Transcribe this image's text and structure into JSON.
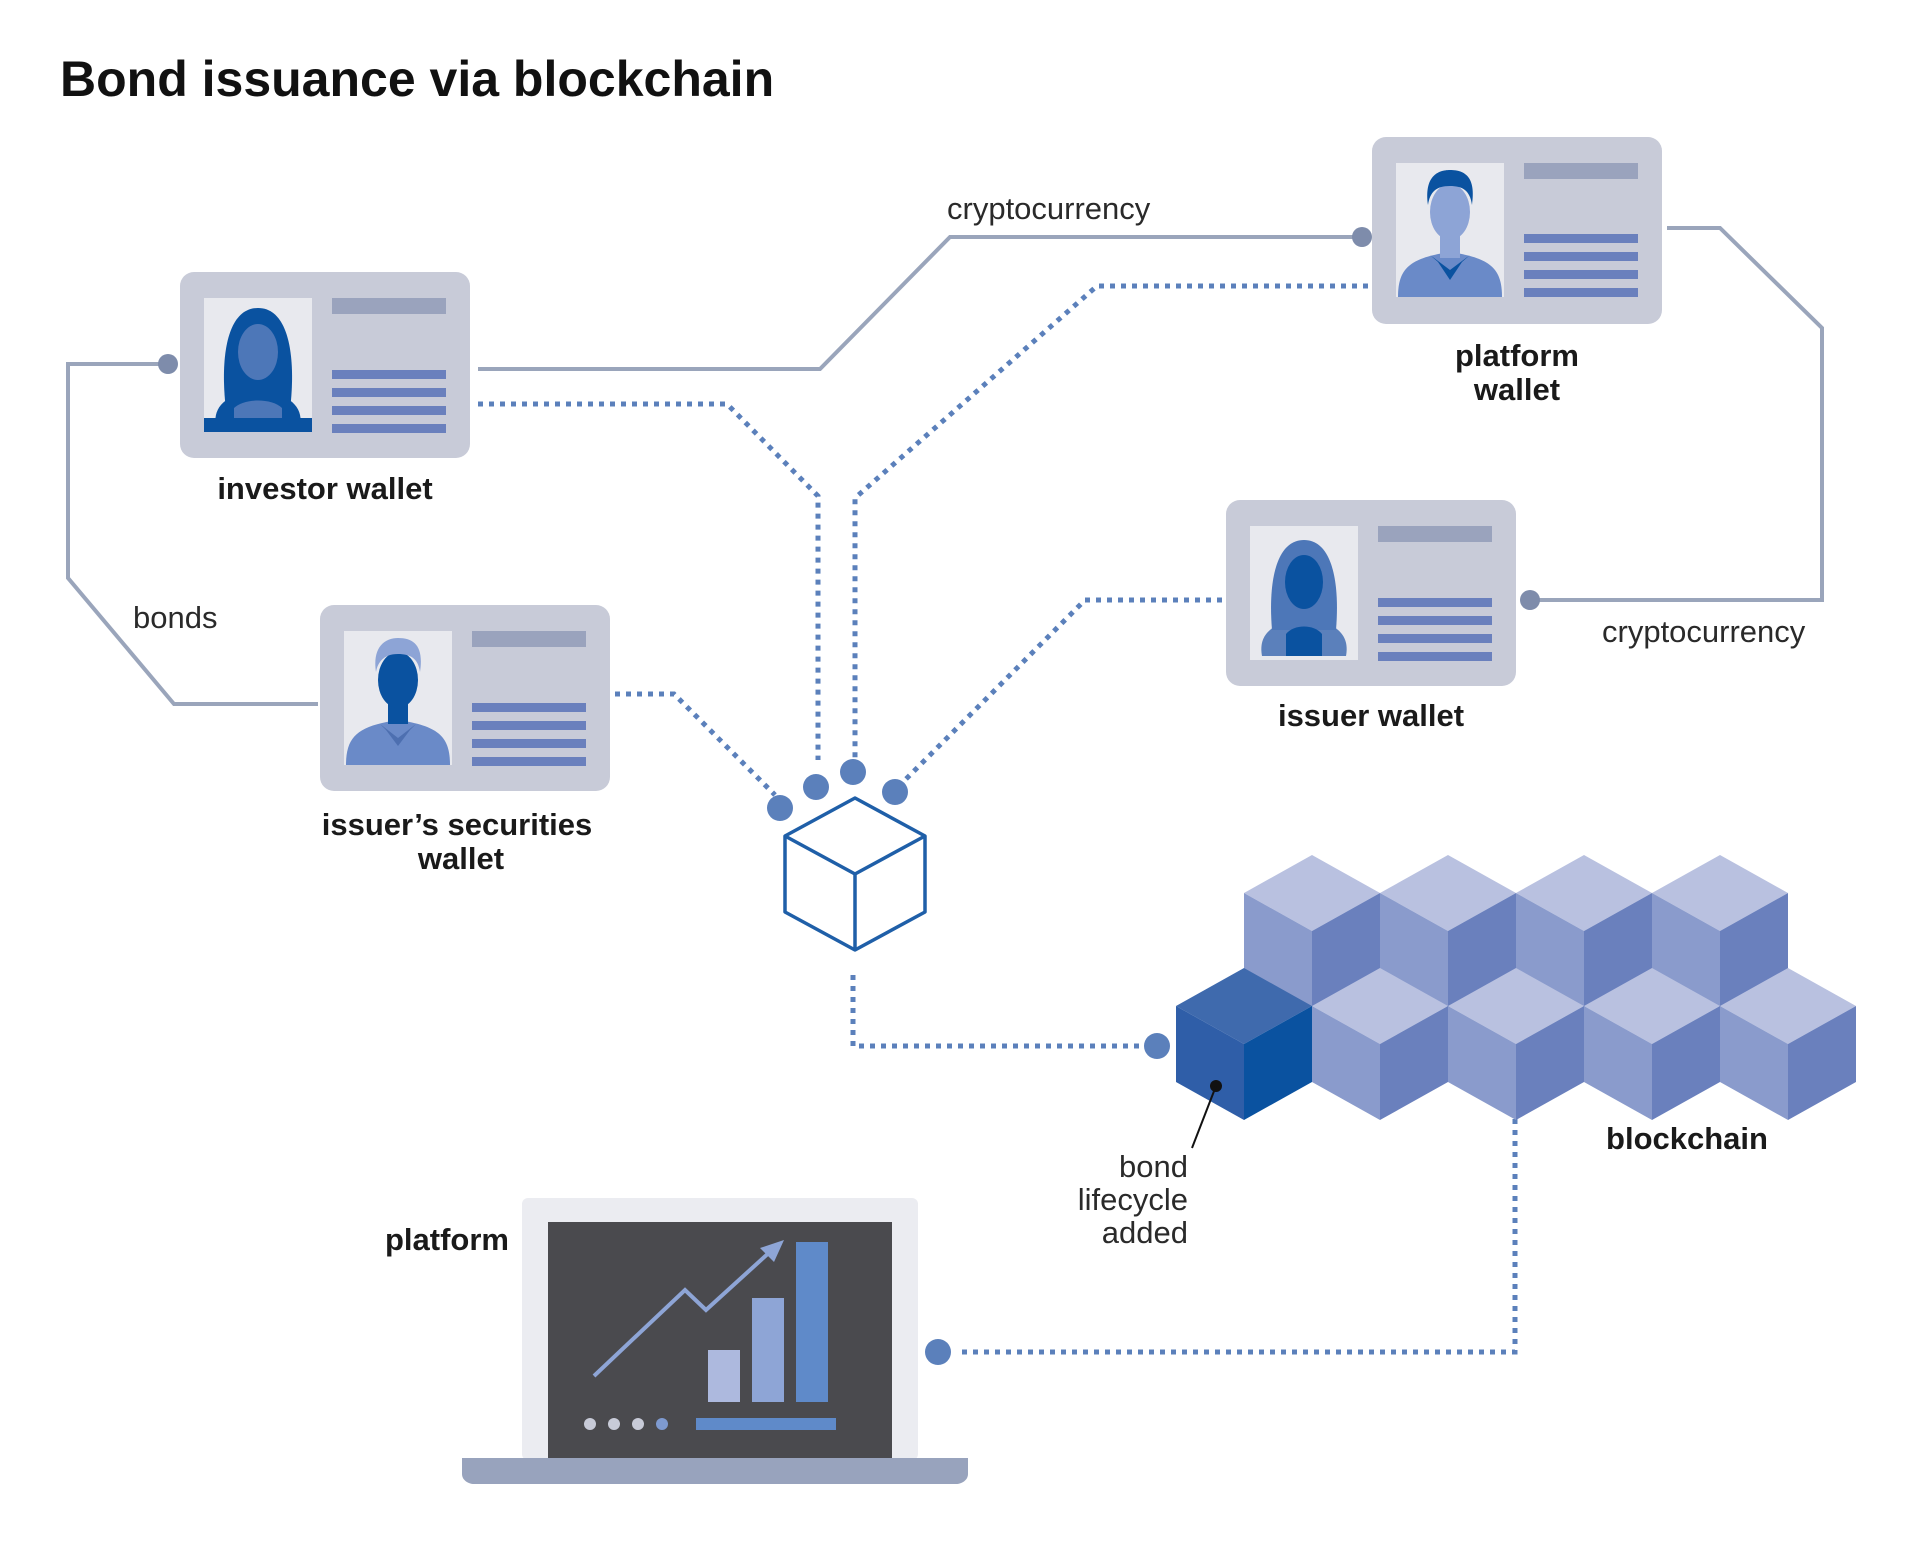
{
  "title": "Bond issuance via blockchain",
  "wallets": {
    "investor": "investor wallet",
    "platform_line1": "platform",
    "platform_line2": "wallet",
    "issuer": "issuer wallet",
    "securities_line1": "issuer’s securities",
    "securities_line2": "wallet"
  },
  "flows": {
    "crypto_top": "cryptocurrency",
    "crypto_right": "cryptocurrency",
    "bonds": "bonds"
  },
  "blockchain_label": "blockchain",
  "annotation": {
    "line1": "bond",
    "line2": "lifecycle",
    "line3": "added"
  },
  "platform_label": "platform",
  "colors": {
    "card": "#c8cbd8",
    "photo_bg": "#e8e9ee",
    "line_gray": "#9aa5bb",
    "dot_blue": "#5b80bb",
    "cube_outline": "#1f5fa8",
    "dark_blue": "#0a52a0",
    "mid_blue": "#6a80bd",
    "light_blue": "#b9c1e0",
    "laptop_screen": "#4a4a4e",
    "laptop_body": "#ebecf1",
    "laptop_base": "#98a3bd"
  },
  "icons": [
    "woman-avatar-icon",
    "man-avatar-icon",
    "cube-icon",
    "trend-arrow-icon",
    "laptop-icon"
  ]
}
